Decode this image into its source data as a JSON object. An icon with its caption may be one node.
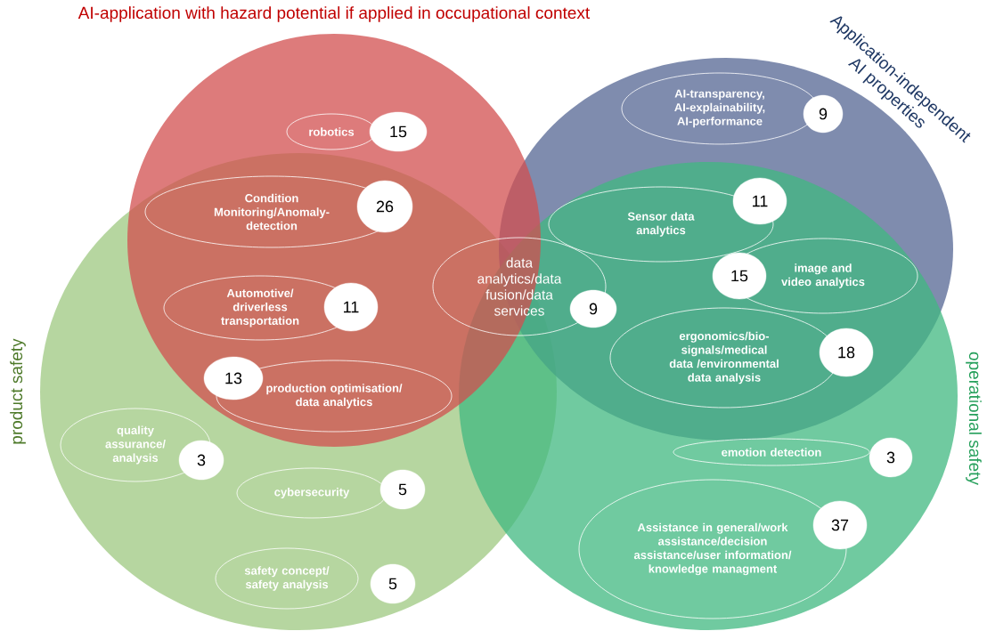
{
  "diagram": {
    "nodes": [
      {
        "text": [
          "AI-application with hazard potential if applied in occupational context"
        ]
      },
      {
        "text": [
          "Application-independent AI properties"
        ]
      },
      {
        "text": [
          "product safety"
        ]
      },
      {
        "text": [
          "operational safety"
        ]
      },
      {
        "text": [
          "robotics"
        ],
        "in": 0
      },
      {
        "text": [
          "15"
        ],
        "in": 0
      },
      {
        "text": [
          "Condition Monitoring/Anomaly-detection"
        ]
      },
      {
        "text": [
          "26"
        ]
      },
      {
        "text": [
          "Automotive/ driverless transportation"
        ]
      },
      {
        "text": [
          "11"
        ]
      },
      {
        "text": [
          "production optimisation/ data analytics"
        ]
      },
      {
        "text": [
          "13"
        ]
      },
      {
        "text": [
          "data analytics/data fusion/data services"
        ]
      },
      {
        "text": [
          "9"
        ]
      },
      {
        "text": [
          "AI-transparency, AI-explainability, AI-performance"
        ],
        "in": 1
      },
      {
        "text": [
          "9"
        ],
        "in": 1
      },
      {
        "text": [
          "Sensor data analytics"
        ]
      },
      {
        "text": [
          "11"
        ]
      },
      {
        "text": [
          "image and video analytics"
        ]
      },
      {
        "text": [
          "15"
        ]
      },
      {
        "text": [
          "ergonomics/bio-signals/medical data /environmental data analysis"
        ]
      },
      {
        "text": [
          "18"
        ]
      },
      {
        "text": [
          "quality assurance/ analysis"
        ],
        "in": 2
      },
      {
        "text": [
          "3"
        ],
        "in": 2
      },
      {
        "text": [
          "cybersecurity"
        ],
        "in": 2
      },
      {
        "text": [
          "5"
        ],
        "in": 2
      },
      {
        "text": [
          "safety concept/ safety analysis"
        ],
        "in": 2
      },
      {
        "text": [
          "5"
        ],
        "in": 2
      },
      {
        "text": [
          "emotion detection"
        ],
        "in": 3
      },
      {
        "text": [
          "3"
        ],
        "in": 3
      },
      {
        "text": [
          "Assistance in general/work assistance/decision assistance/user information/ knowledge managment"
        ],
        "in": 3
      },
      {
        "text": [
          "37"
        ],
        "in": 3
      }
    ]
  }
}
